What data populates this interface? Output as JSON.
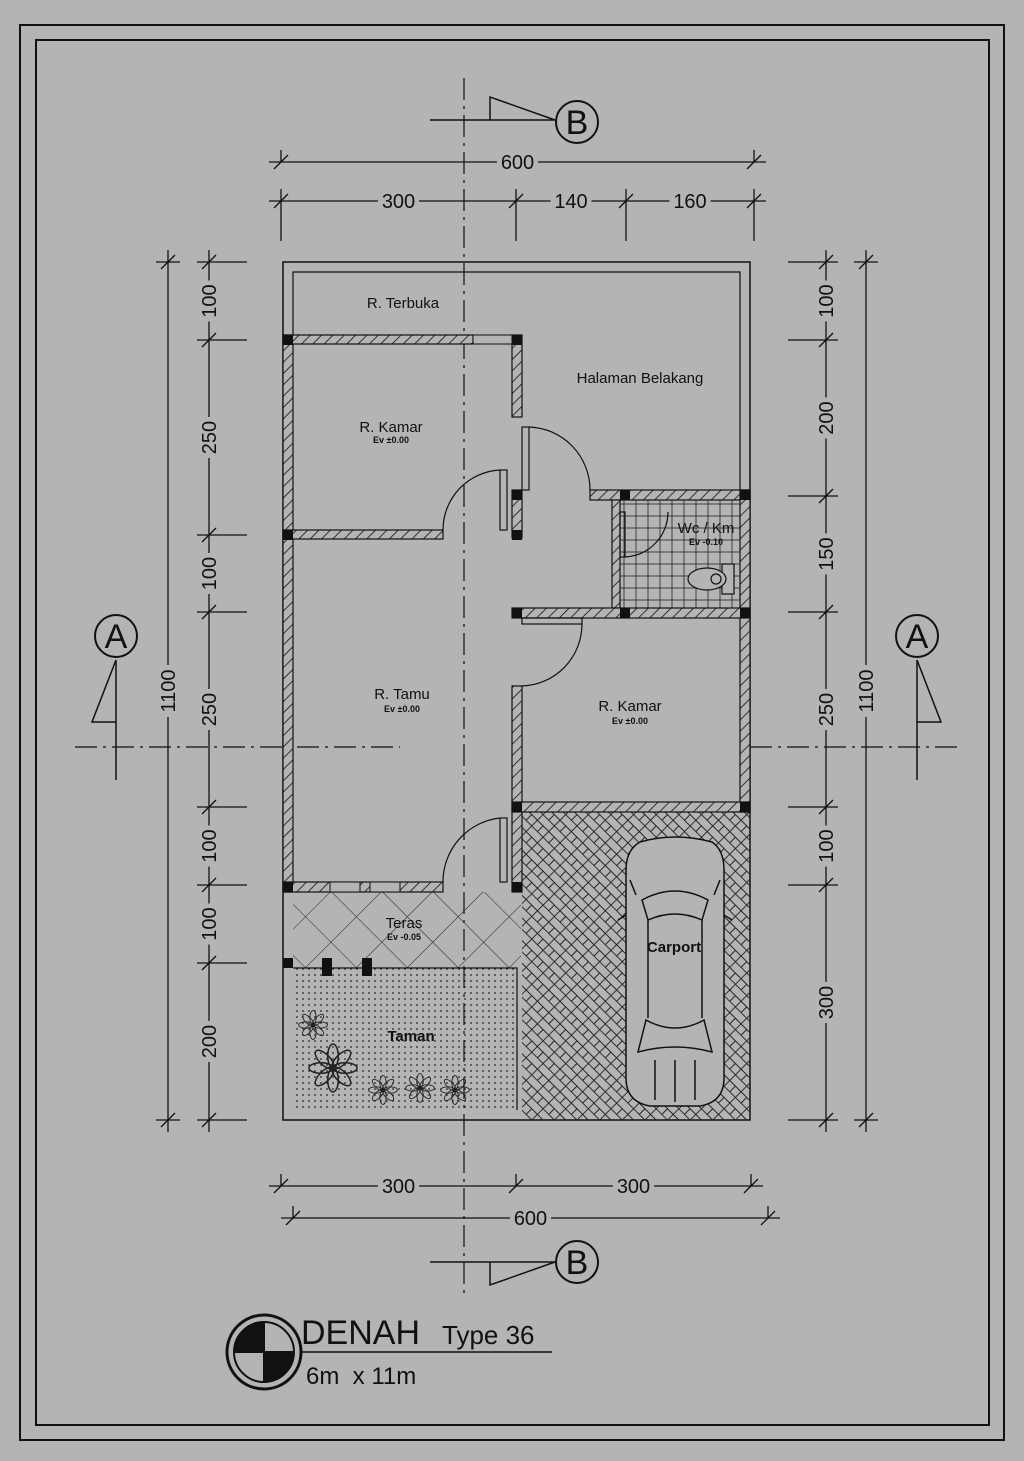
{
  "drawing": {
    "title": "DENAH",
    "subtitle": "Type 36",
    "size": "6m  x 11m"
  },
  "sections": {
    "a": "A",
    "b": "B"
  },
  "dimensions": {
    "top_total": "600",
    "top_segments": [
      "300",
      "140",
      "160"
    ],
    "bottom_segments": [
      "300",
      "300"
    ],
    "bottom_total": "600",
    "left_total": "1100",
    "left_segments": [
      "100",
      "250",
      "100",
      "250",
      "100",
      "100",
      "200"
    ],
    "right_total": "1100",
    "right_segments": [
      "100",
      "200",
      "150",
      "250",
      "100",
      "300"
    ]
  },
  "rooms": {
    "terbuka": "R. Terbuka",
    "halaman": "Halaman Belakang",
    "kamar1": {
      "name": "R. Kamar",
      "ev": "Ev ±0.00"
    },
    "wc": {
      "name": "Wc / Km",
      "ev": "Ev -0.10"
    },
    "tamu": {
      "name": "R. Tamu",
      "ev": "Ev ±0.00"
    },
    "kamar2": {
      "name": "R. Kamar",
      "ev": "Ev ±0.00"
    },
    "teras": {
      "name": "Teras",
      "ev": "Ev -0.05"
    },
    "taman": "Taman",
    "carport": "Carport"
  },
  "colors": {
    "background": "#b4b4b4",
    "line": "#111111"
  }
}
